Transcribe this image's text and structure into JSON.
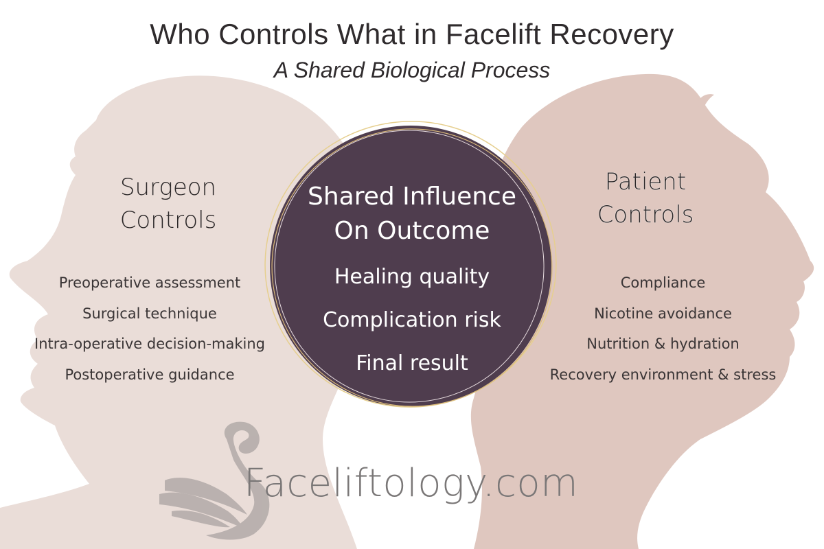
{
  "header": {
    "title": "Who Controls What in Facelift Recovery",
    "subtitle": "A Shared Biological Process"
  },
  "surgeon": {
    "heading_line1": "Surgeon",
    "heading_line2": "Controls",
    "items": [
      "Preoperative assessment",
      "Surgical technique",
      "Intra-operative decision-making",
      "Postoperative guidance"
    ]
  },
  "shared": {
    "heading_line1": "Shared Influence",
    "heading_line2": "On Outcome",
    "items": [
      "Healing quality",
      "Complication risk",
      "Final result"
    ]
  },
  "patient": {
    "heading_line1": "Patient",
    "heading_line2": "Controls",
    "items": [
      "Compliance",
      "Nicotine avoidance",
      "Nutrition & hydration",
      "Recovery environment & stress"
    ]
  },
  "brand": {
    "logo_text": "Faceliftology.com",
    "icon": "swan-logo-icon"
  },
  "colors": {
    "left_silhouette": "#eaddd8",
    "right_silhouette": "#dfc7bf",
    "center_circle": "#4f3d4e",
    "gold_ring": "#d9b97a",
    "text_dark": "#2f2b2d",
    "logo_gray": "#7a7777"
  }
}
